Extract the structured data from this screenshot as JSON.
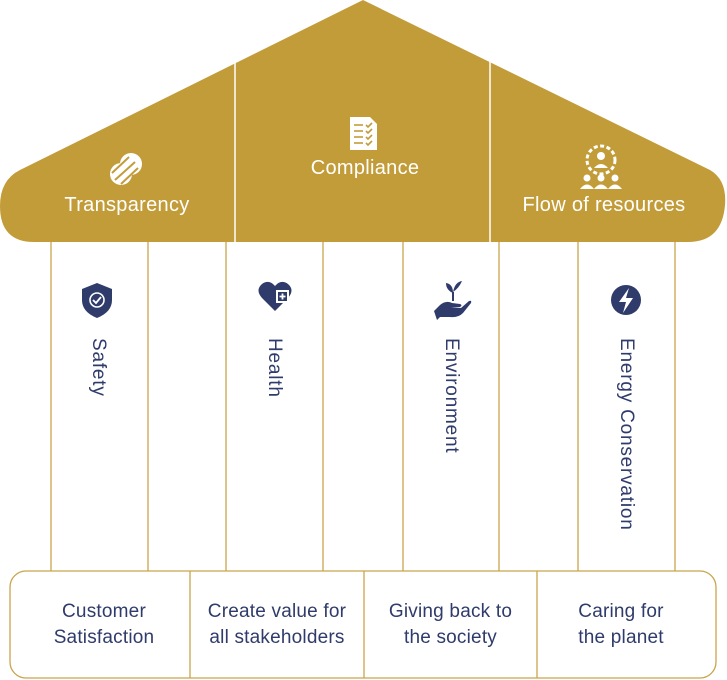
{
  "colors": {
    "gold": "#c39c3a",
    "navy": "#2f3b6b",
    "white": "#ffffff"
  },
  "roof": [
    {
      "label": "Transparency",
      "icon": "interlinked-circles-icon"
    },
    {
      "label": "Compliance",
      "icon": "checklist-document-icon"
    },
    {
      "label": "Flow of resources",
      "icon": "people-gear-icon"
    }
  ],
  "pillars": [
    {
      "label": "Safety",
      "icon": "shield-check-icon"
    },
    {
      "label": "Health",
      "icon": "heart-plus-icon"
    },
    {
      "label": "Environment",
      "icon": "hand-sprout-icon"
    },
    {
      "label": "Energy Conservation",
      "icon": "lightning-bolt-icon"
    }
  ],
  "base": [
    {
      "line1": "Customer",
      "line2": "Satisfaction"
    },
    {
      "line1": "Create value for",
      "line2": "all stakeholders"
    },
    {
      "line1": "Giving back to",
      "line2": "the society"
    },
    {
      "line1": "Caring for",
      "line2": "the planet"
    }
  ]
}
